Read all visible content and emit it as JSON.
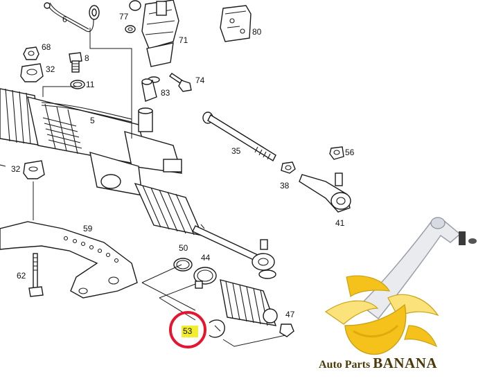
{
  "diagram": {
    "callouts": [
      {
        "id": "c6",
        "text": "6"
      },
      {
        "id": "c77",
        "text": "77"
      },
      {
        "id": "c71",
        "text": "71"
      },
      {
        "id": "c80",
        "text": "80"
      },
      {
        "id": "c68",
        "text": "68"
      },
      {
        "id": "c8",
        "text": "8"
      },
      {
        "id": "c32a",
        "text": "32"
      },
      {
        "id": "c11",
        "text": "11"
      },
      {
        "id": "c83",
        "text": "83"
      },
      {
        "id": "c74",
        "text": "74"
      },
      {
        "id": "c5",
        "text": "5"
      },
      {
        "id": "c35",
        "text": "35"
      },
      {
        "id": "c56",
        "text": "56"
      },
      {
        "id": "c32b",
        "text": "32"
      },
      {
        "id": "c38",
        "text": "38"
      },
      {
        "id": "c41",
        "text": "41"
      },
      {
        "id": "c59",
        "text": "59"
      },
      {
        "id": "c50",
        "text": "50"
      },
      {
        "id": "c44",
        "text": "44"
      },
      {
        "id": "c62",
        "text": "62"
      },
      {
        "id": "c47",
        "text": "47"
      }
    ],
    "highlighted_callout": "53",
    "highlight_colors": {
      "fill": "#f2ee2e",
      "circle": "#e8132e"
    }
  },
  "logo": {
    "text_small": "Auto Parts",
    "text_big": "BANANA",
    "colors": {
      "banana": "#f4c21a",
      "banana_shade": "#e0a90c",
      "peel": "#fbe27a",
      "arm": "#e9ebef",
      "text": "#4a3a08"
    }
  }
}
